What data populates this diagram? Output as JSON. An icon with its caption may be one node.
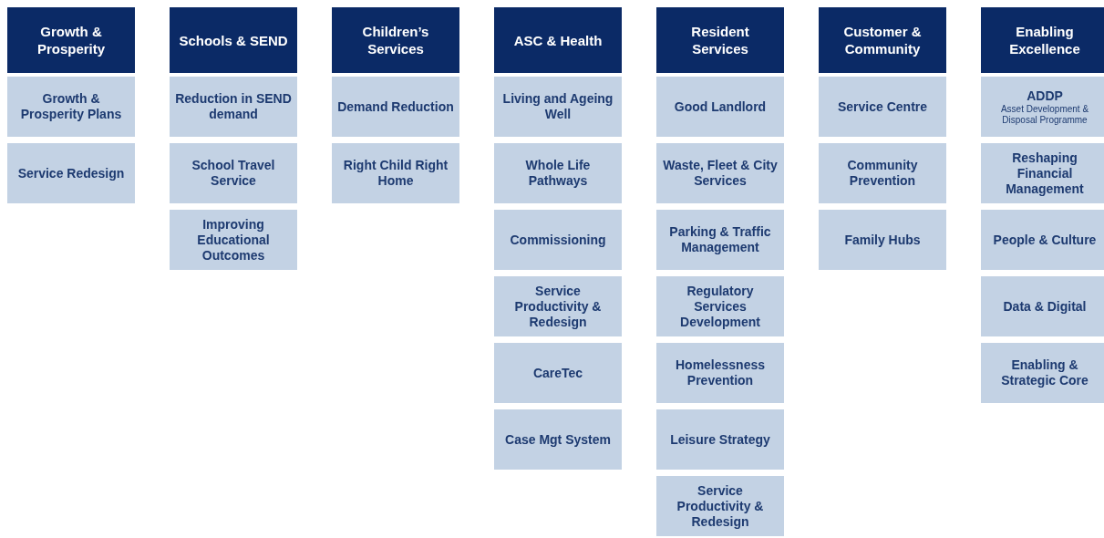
{
  "diagram": {
    "nodes": [
      {
        "text": [
          "Growth & Prosperity"
        ]
      },
      {
        "text": [
          "Growth & Prosperity Plans"
        ]
      },
      {
        "text": [
          "Service Redesign"
        ]
      },
      {
        "text": [
          "Schools & SEND"
        ]
      },
      {
        "text": [
          "Reduction in SEND demand"
        ]
      },
      {
        "text": [
          "School Travel Service"
        ]
      },
      {
        "text": [
          "Improving Educational Outcomes"
        ]
      },
      {
        "text": [
          "Children’s Services"
        ]
      },
      {
        "text": [
          "Demand Reduction"
        ]
      },
      {
        "text": [
          "Right Child Right Home"
        ]
      },
      {
        "text": [
          "ASC & Health"
        ]
      },
      {
        "text": [
          "Living and Ageing Well"
        ]
      },
      {
        "text": [
          "Whole Life Pathways"
        ]
      },
      {
        "text": [
          "Commissioning"
        ]
      },
      {
        "text": [
          "Service Productivity & Redesign"
        ]
      },
      {
        "text": [
          "CareTec"
        ]
      },
      {
        "text": [
          "Case Mgt System"
        ]
      },
      {
        "text": [
          "Resident Services"
        ]
      },
      {
        "text": [
          "Good Landlord"
        ]
      },
      {
        "text": [
          "Waste, Fleet & City Services"
        ]
      },
      {
        "text": [
          "Parking & Traffic Management"
        ]
      },
      {
        "text": [
          "Regulatory Services Development"
        ]
      },
      {
        "text": [
          "Homelessness Prevention"
        ]
      },
      {
        "text": [
          "Leisure Strategy"
        ]
      },
      {
        "text": [
          "Service Productivity & Redesign"
        ]
      },
      {
        "text": [
          "Customer & Community"
        ]
      },
      {
        "text": [
          "Service Centre"
        ]
      },
      {
        "text": [
          "Community Prevention"
        ]
      },
      {
        "text": [
          "Family Hubs"
        ]
      },
      {
        "text": [
          "Enabling Excellence"
        ]
      },
      {
        "text": [
          "ADDP",
          "Asset Development & Disposal Programme"
        ]
      },
      {
        "text": [
          "Reshaping Financial Management"
        ]
      },
      {
        "text": [
          "People & Culture"
        ]
      },
      {
        "text": [
          "Data & Digital"
        ]
      },
      {
        "text": [
          "Enabling & Strategic Core"
        ]
      }
    ]
  }
}
